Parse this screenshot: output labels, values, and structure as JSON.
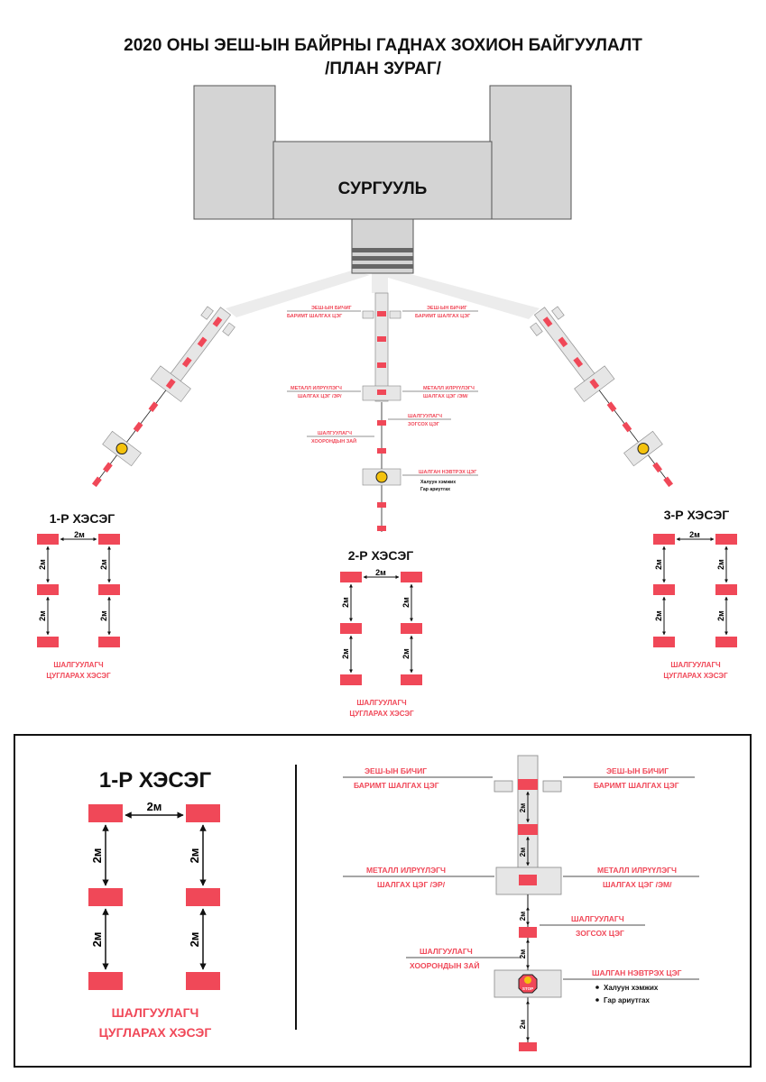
{
  "title": {
    "line1": "2020 ОНЫ ЭЕШ-ЫН БАЙРНЫ ГАДНАХ ЗОХИОН БАЙГУУЛАЛТ",
    "line2": "/ПЛАН ЗУРАГ/"
  },
  "building": {
    "label": "СУРГУУЛЬ"
  },
  "colors": {
    "red": "#f04858",
    "light_gray": "#e8e8e8",
    "gray": "#d6d6d6",
    "dark_gray": "#6b6b6b",
    "text": "#111111"
  },
  "stations": {
    "document_check_l1": "ЭЕШ-ЫН БИЧИГ",
    "document_check_l2": "БАРИМТ ШАЛГАХ ЦЭГ",
    "metal_left_l1": "МЕТАЛЛ ИЛРҮҮЛЭГЧ",
    "metal_left_l2": "ШАЛГАХ ЦЭГ /ЭР/",
    "metal_right_l1": "МЕТАЛЛ ИЛРҮҮЛЭГЧ",
    "metal_right_l2": "ШАЛГАХ ЦЭГ /ЭМ/",
    "stop_l1": "ШАЛГУУЛАГЧ",
    "stop_l2": "ЗОГСОХ ЦЭГ",
    "gap_l1": "ШАЛГУУЛАГЧ",
    "gap_l2": "ХООРОНДЫН ЗАЙ",
    "entry": "ШАЛГАН НЭВТРЭХ ЦЭГ",
    "entry_bullet1": "Халуун хэмжих",
    "entry_bullet2": "Гар ариутгах"
  },
  "distance": "2м",
  "stop_sign": "STOP",
  "sections": {
    "s1": "1-Р ХЭСЭГ",
    "s2": "2-Р ХЭСЭГ",
    "s3": "3-Р ХЭСЭГ"
  },
  "gathering": {
    "line1": "ШАЛГУУЛАГЧ",
    "line2": "ЦУГЛАРАХ ХЭСЭГ"
  }
}
